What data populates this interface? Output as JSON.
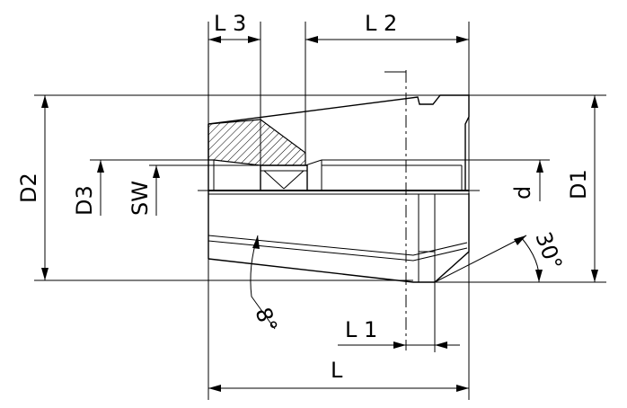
{
  "labels": {
    "L3": "L 3",
    "L2": "L 2",
    "L1": "L 1",
    "L": "L",
    "D1": "D1",
    "D2": "D2",
    "D3": "D3",
    "SW": "SW",
    "d": "d",
    "angle_8": "8°",
    "angle_30": "30°"
  }
}
